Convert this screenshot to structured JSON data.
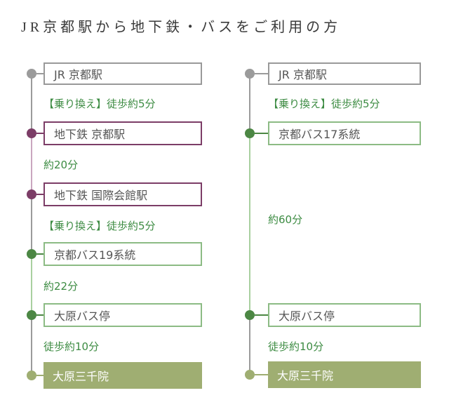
{
  "title": "JR京都駅から地下鉄・バスをご利用の方",
  "colors": {
    "gray": "#9b9b9b",
    "box-border-gray": "#999999",
    "purple": "#7c3d67",
    "light-purple": "#c9a6bf",
    "green": "#4c8744",
    "light-green": "#a9d0a0",
    "box-border-green": "#8cbb84",
    "olive": "#9fae72",
    "green-text": "#3c8b42",
    "box-text": "#555555",
    "title-text": "#3a3a3a"
  },
  "route_left": {
    "stops": [
      {
        "label": "JR 京都駅"
      },
      {
        "label": "地下鉄 京都駅"
      },
      {
        "label": "地下鉄 国際会館駅"
      },
      {
        "label": "京都バス19系統"
      },
      {
        "label": "大原バス停"
      },
      {
        "label": "大原三千院"
      }
    ],
    "segments": [
      {
        "label": "【乗り換え】徒歩約5分"
      },
      {
        "label": "約20分"
      },
      {
        "label": "【乗り換え】徒歩約5分"
      },
      {
        "label": "約22分"
      },
      {
        "label": "徒歩約10分"
      }
    ]
  },
  "route_right": {
    "stops": [
      {
        "label": "JR 京都駅"
      },
      {
        "label": "京都バス17系統"
      },
      {
        "label": "大原バス停"
      },
      {
        "label": "大原三千院"
      }
    ],
    "segments": [
      {
        "label": "【乗り換え】徒歩約5分"
      },
      {
        "label": "約60分"
      },
      {
        "label": "徒歩約10分"
      }
    ]
  }
}
